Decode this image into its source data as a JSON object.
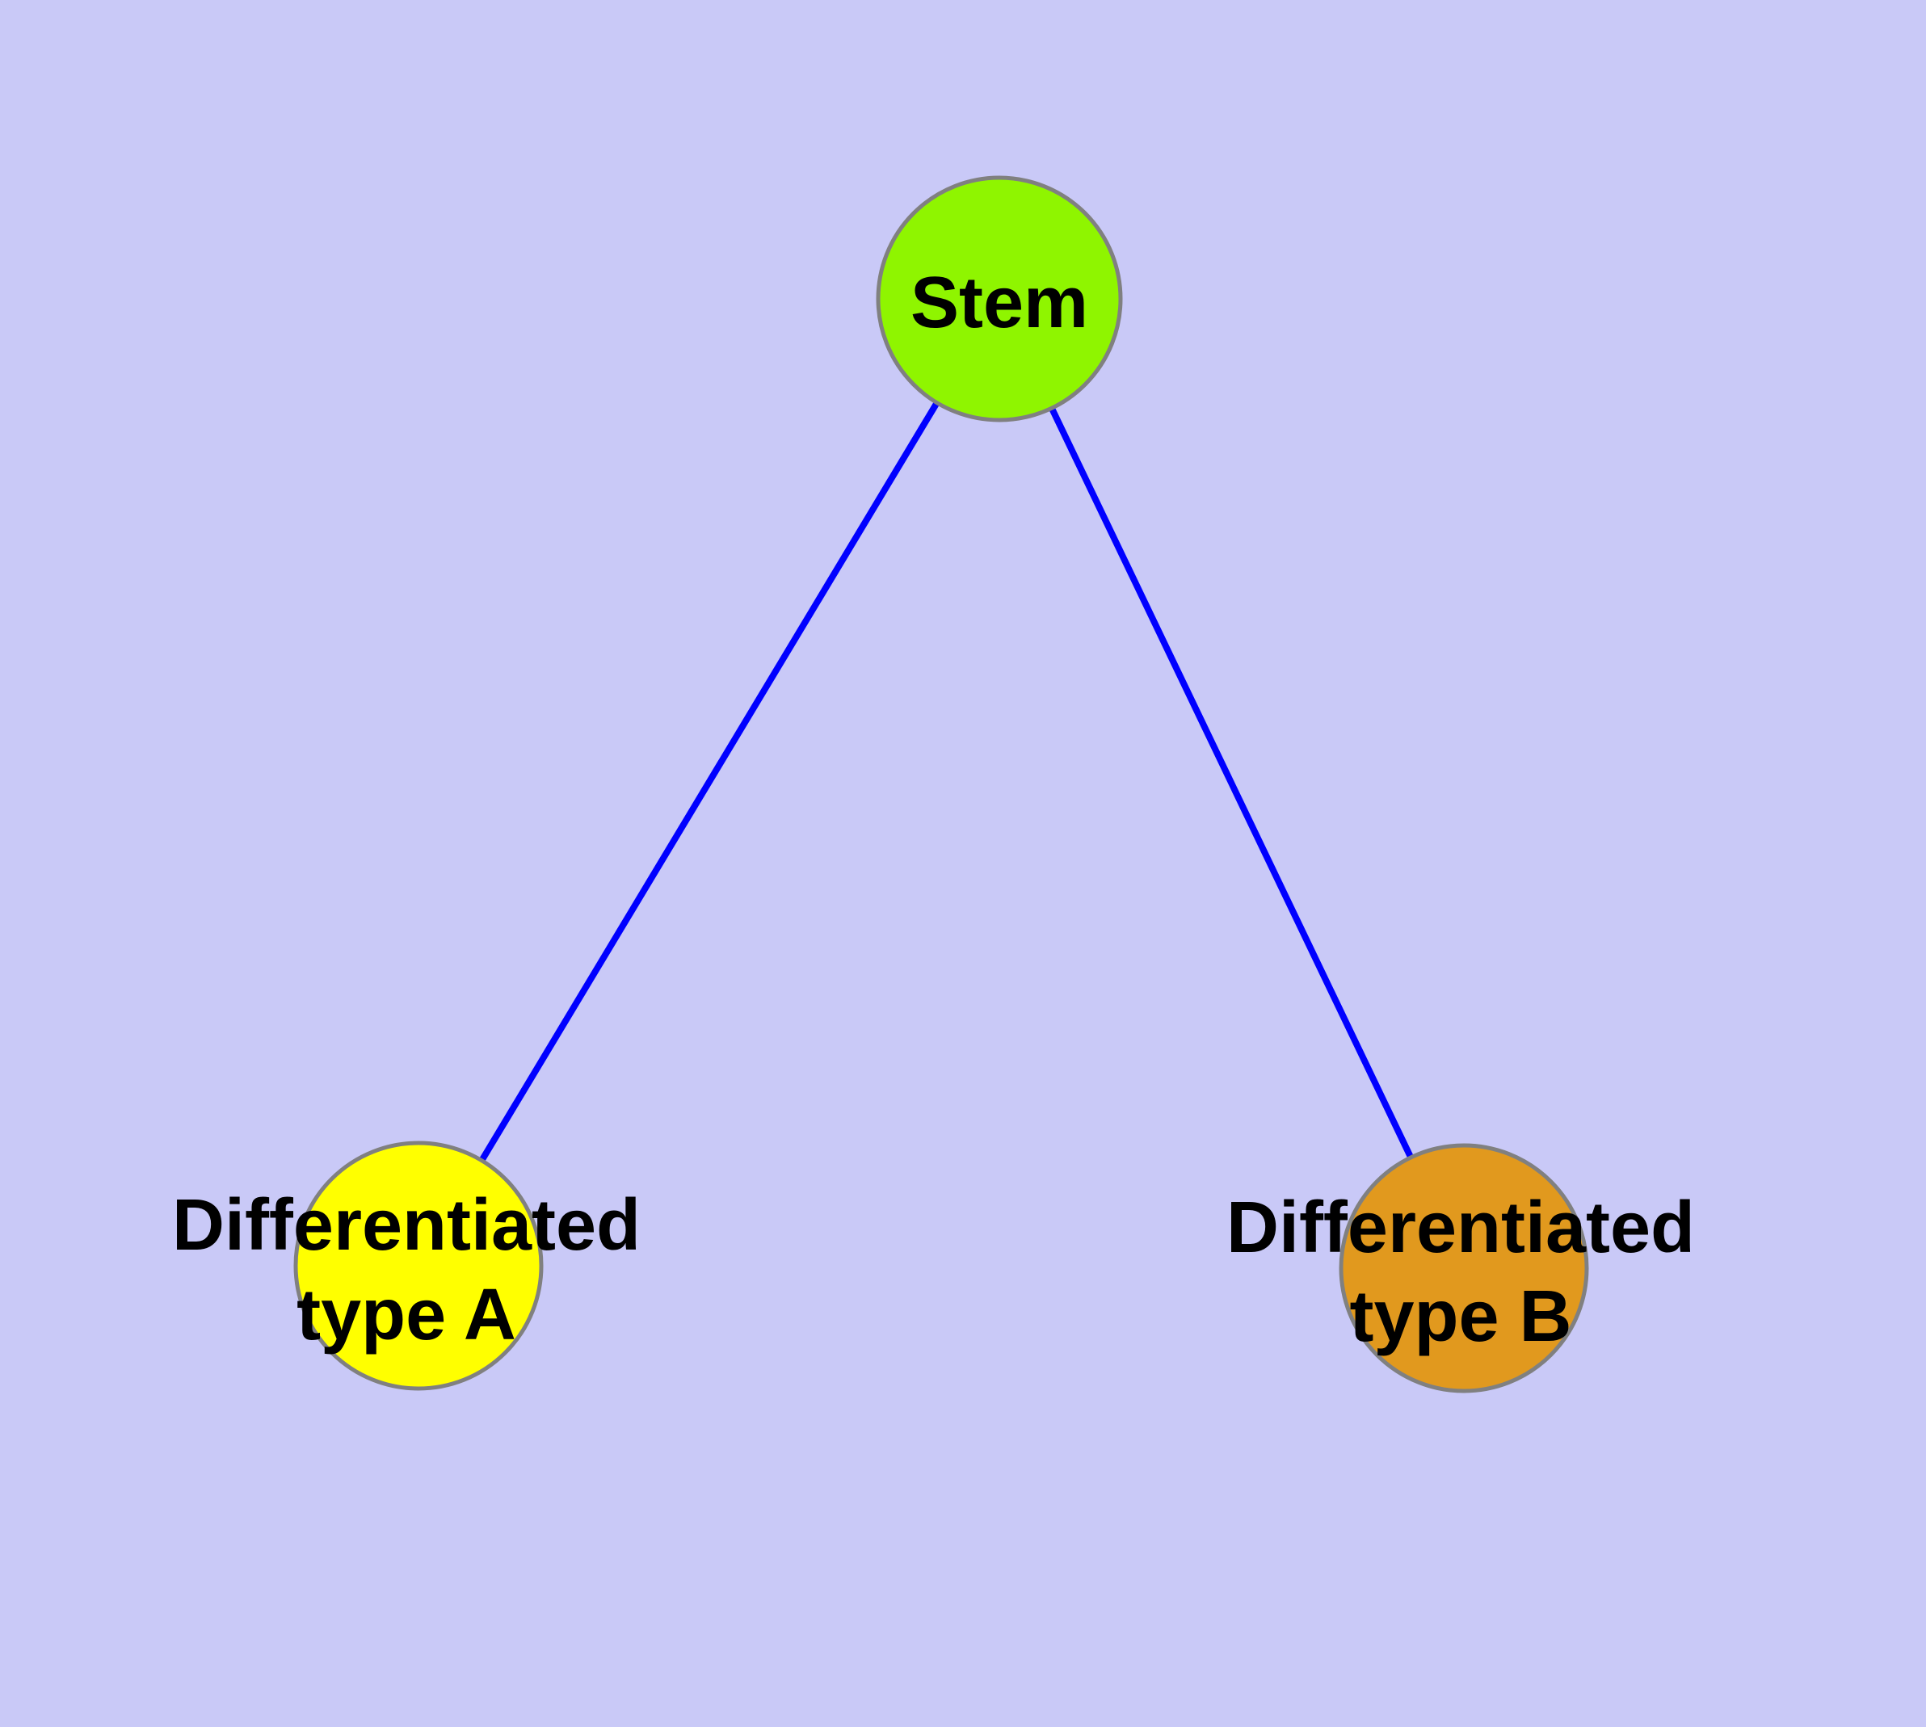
{
  "diagram": {
    "background_color": "#C9C9F7",
    "edge_color": "#0000FF",
    "node_border_color": "#808080",
    "text_color": "#000000",
    "nodes": {
      "stem": {
        "label": "Stem",
        "fill": "#8FF500"
      },
      "type_a": {
        "label_line1": "Differentiated",
        "label_line2": "type A",
        "fill": "#FFFF00"
      },
      "type_b": {
        "label_line1": "Differentiated",
        "label_line2": "type B",
        "fill": "#E1991E"
      }
    },
    "edges": [
      {
        "from": "Stem",
        "to": "Differentiated type A"
      },
      {
        "from": "Stem",
        "to": "Differentiated type B"
      }
    ]
  }
}
